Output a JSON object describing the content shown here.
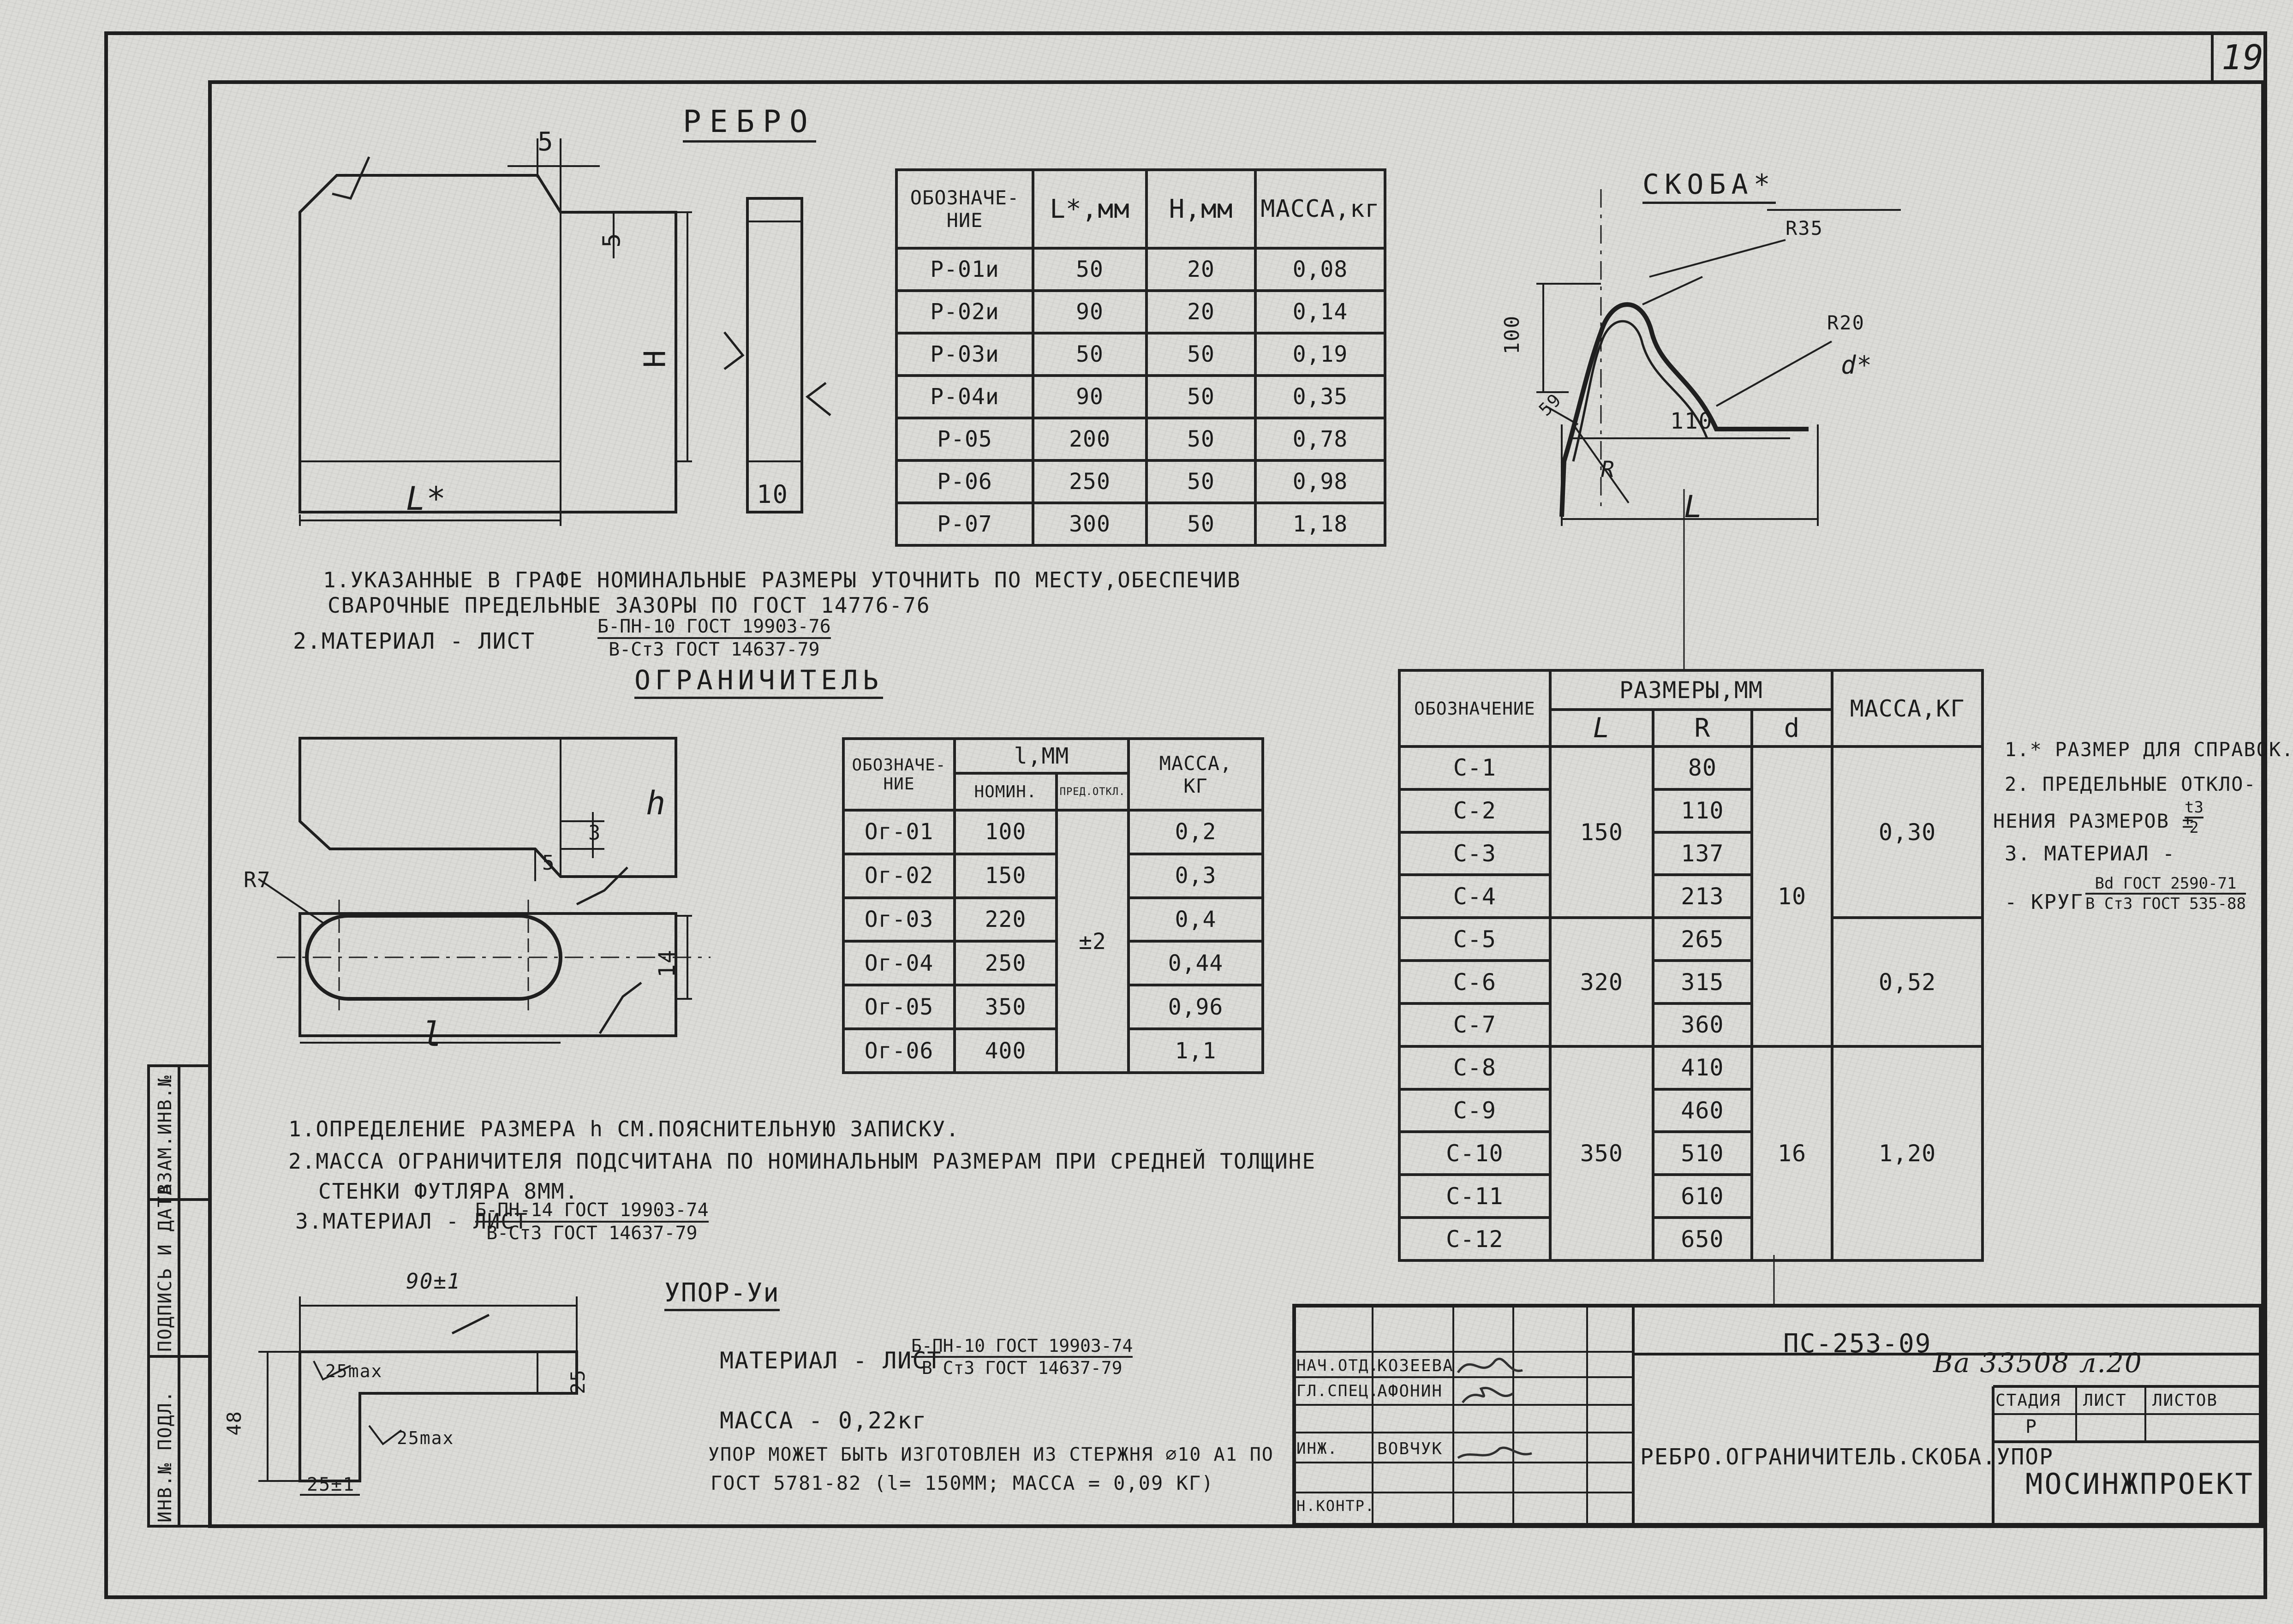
{
  "sheet_number": "19",
  "rebro": {
    "title": "РЕБРО",
    "dims": {
      "b5": "5",
      "s5": "5",
      "h": "H",
      "l": "L*",
      "t10": "10"
    },
    "table": {
      "headers": [
        "ОБОЗНАЧЕ-\nНИЕ",
        "L*,мм",
        "H,мм",
        "МАССА,кг"
      ],
      "rows": [
        [
          "Р-01и",
          "50",
          "20",
          "0,08"
        ],
        [
          "Р-02и",
          "90",
          "20",
          "0,14"
        ],
        [
          "Р-03и",
          "50",
          "50",
          "0,19"
        ],
        [
          "Р-04и",
          "90",
          "50",
          "0,35"
        ],
        [
          "Р-05",
          "200",
          "50",
          "0,78"
        ],
        [
          "Р-06",
          "250",
          "50",
          "0,98"
        ],
        [
          "Р-07",
          "300",
          "50",
          "1,18"
        ]
      ]
    },
    "notes": [
      "1.УКАЗАННЫЕ В ГРАФЕ НОМИНАЛЬНЫЕ РАЗМЕРЫ УТОЧНИТЬ ПО МЕСТУ,ОБЕСПЕЧИВ",
      "СВАРОЧНЫЕ ПРЕДЕЛЬНЫЕ ЗАЗОРЫ ПО ГОСТ 14776-76",
      "2.МАТЕРИАЛ - ЛИСТ"
    ],
    "material_top": "Б-ПН-10 ГОСТ 19903-76",
    "material_bottom": "В-Ст3 ГОСТ 14637-79"
  },
  "skoba": {
    "title": "СКОБА*",
    "dims": {
      "r35": "R35",
      "r20": "R20",
      "d": "d*",
      "h100": "100",
      "w110": "110",
      "a59": "59",
      "r": "R",
      "l": "L"
    },
    "table": {
      "header_designation": "ОБОЗНАЧЕНИЕ",
      "header_sizes": "РАЗМЕРЫ,ММ",
      "header_mass": "МАССА,КГ",
      "sub_headers": [
        "L",
        "R",
        "d"
      ],
      "designations": [
        "С-1",
        "С-2",
        "С-3",
        "С-4",
        "С-5",
        "С-6",
        "С-7",
        "С-8",
        "С-9",
        "С-10",
        "С-11",
        "С-12"
      ],
      "r_values": [
        "80",
        "110",
        "137",
        "213",
        "265",
        "315",
        "360",
        "410",
        "460",
        "510",
        "610",
        "650"
      ],
      "l_groups": [
        "150",
        "320",
        "350"
      ],
      "d_groups": [
        "10",
        "16"
      ],
      "mass_groups": [
        "0,30",
        "0,52",
        "1,20"
      ]
    },
    "notes": [
      "1.* РАЗМЕР ДЛЯ СПРАВОК.",
      "2. ПРЕДЕЛЬНЫЕ ОТКЛО-",
      "НЕНИЯ РАЗМЕРОВ ±",
      "3. МАТЕРИАЛ -",
      "- КРУГ"
    ],
    "tol_top": "t3",
    "tol_bottom": "2",
    "material_top": "Вd ГОСТ 2590-71",
    "material_bottom": "В Ст3 ГОСТ 535-88"
  },
  "ogranichitel": {
    "title": "ОГРАНИЧИТЕЛЬ",
    "dims": {
      "h": "h",
      "s3": "3",
      "s5": "5",
      "r7": "R7",
      "w14": "14",
      "l": "l"
    },
    "table": {
      "header_designation": "ОБОЗНАЧЕ-\nНИЕ",
      "header_l": "l,ММ",
      "header_nominal": "НОМИН.",
      "header_tol": "ПРЕД.ОТКЛ.",
      "header_mass": "МАССА,\nКГ",
      "tol_value": "±2",
      "rows": [
        [
          "Ог-01",
          "100",
          "0,2"
        ],
        [
          "Ог-02",
          "150",
          "0,3"
        ],
        [
          "Ог-03",
          "220",
          "0,4"
        ],
        [
          "Ог-04",
          "250",
          "0,44"
        ],
        [
          "Ог-05",
          "350",
          "0,96"
        ],
        [
          "Ог-06",
          "400",
          "1,1"
        ]
      ]
    },
    "notes": [
      "1.ОПРЕДЕЛЕНИЕ РАЗМЕРА h СМ.ПОЯСНИТЕЛЬНУЮ ЗАПИСКУ.",
      "2.МАССА ОГРАНИЧИТЕЛЯ ПОДСЧИТАНА ПО НОМИНАЛЬНЫМ РАЗМЕРАМ ПРИ СРЕДНЕЙ ТОЛЩИНЕ",
      "СТЕНКИ ФУТЛЯРА 8ММ.",
      "3.МАТЕРИАЛ - ЛИСТ"
    ],
    "material_top": "Б-ПН-14 ГОСТ 19903-74",
    "material_bottom": "В-Ст3 ГОСТ 14637-79"
  },
  "upor": {
    "title": "УПОР-Уи",
    "dims": {
      "top": "90±1",
      "rough1": "25max",
      "rough2": "25max",
      "h48": "48",
      "h25": "25",
      "w25": "25±1"
    },
    "material_label": "МАТЕРИАЛ - ЛИСТ",
    "material_top": "Б-ПН-10 ГОСТ 19903-74",
    "material_bottom": "В Ст3 ГОСТ 14637-79",
    "mass": "МАССА - 0,22кг",
    "note_line1": "УПОР МОЖЕТ БЫТЬ ИЗГОТОВЛЕН ИЗ СТЕРЖНЯ ∅10 А1 ПО",
    "note_line2": "ГОСТ 5781-82 (l= 150ММ; МАССА = 0,09 КГ)"
  },
  "side_stamp": [
    "ИНВ.№ ПОДЛ.",
    "ПОДПИСЬ И ДАТА",
    "ВЗАМ.ИНВ.№"
  ],
  "title_block": {
    "doc_code": "ПС-253-09",
    "handwritten_code": "Ва 33508 л.20",
    "roles": [
      "НАЧ.ОТД.",
      "ГЛ.СПЕЦ.",
      "",
      "ИНЖ.",
      "",
      "Н.КОНТР."
    ],
    "names": [
      "КОЗЕЕВА",
      "АФОНИН",
      "",
      "ВОВЧУК",
      "",
      ""
    ],
    "drawing_title": "РЕБРО.ОГРАНИЧИТЕЛЬ.СКОБА.УПОР",
    "stage_label": "СТАДИЯ",
    "sheet_label": "ЛИСТ",
    "sheets_label": "ЛИСТОВ",
    "stage_value": "Р",
    "org": "МОСИНЖПРОЕКТ"
  }
}
